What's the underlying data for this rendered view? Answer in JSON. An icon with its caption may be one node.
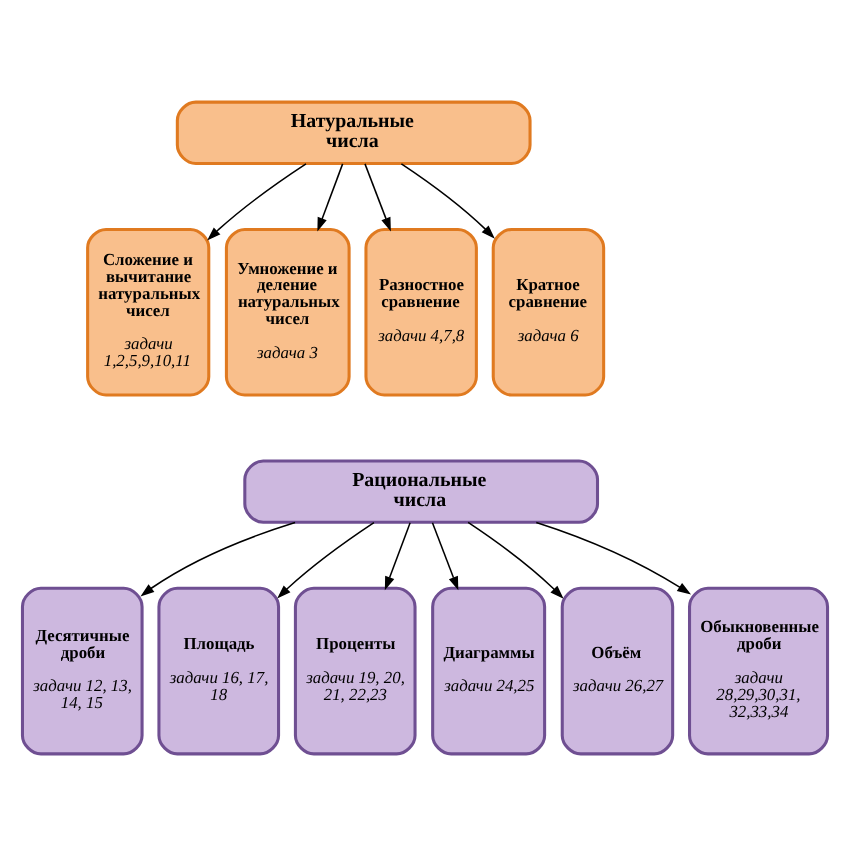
{
  "diagram": {
    "nodes": [
      {
        "text": [
          "Натуральные числа"
        ]
      },
      {
        "text": [
          "Сложение и вычитание натуральных чисел",
          "задачи 1,2,5,9,10,11"
        ]
      },
      {
        "text": [
          "Умножение и деление натуральных чисел",
          "задача 3"
        ]
      },
      {
        "text": [
          "Разностное сравнение",
          "задачи 4,7,8"
        ]
      },
      {
        "text": [
          "Кратное сравнение",
          "задача 6"
        ]
      },
      {
        "text": [
          "Рациональные числа"
        ]
      },
      {
        "text": [
          "Десятичные дроби",
          "задачи 12, 13, 14, 15"
        ]
      },
      {
        "text": [
          "Площадь",
          "задачи 16, 17, 18"
        ]
      },
      {
        "text": [
          "Проценты",
          "задачи 19, 20, 21, 22,23"
        ]
      },
      {
        "text": [
          "Диаграммы",
          "задачи 24,25"
        ]
      },
      {
        "text": [
          "Объём",
          "задачи 26,27"
        ]
      },
      {
        "text": [
          "Обыкновенные дроби",
          "задачи 28,29,30,31, 32,33,34"
        ]
      }
    ],
    "edges": [
      {
        "from": 0,
        "to": 1,
        "arrow": "to"
      },
      {
        "from": 0,
        "to": 2,
        "arrow": "to"
      },
      {
        "from": 0,
        "to": 3,
        "arrow": "to"
      },
      {
        "from": 0,
        "to": 4,
        "arrow": "to"
      },
      {
        "from": 5,
        "to": 6,
        "arrow": "to"
      },
      {
        "from": 5,
        "to": 7,
        "arrow": "to"
      },
      {
        "from": 5,
        "to": 8,
        "arrow": "to"
      },
      {
        "from": 5,
        "to": 9,
        "arrow": "to"
      },
      {
        "from": 5,
        "to": 10,
        "arrow": "to"
      },
      {
        "from": 5,
        "to": 11,
        "arrow": "to"
      }
    ]
  }
}
